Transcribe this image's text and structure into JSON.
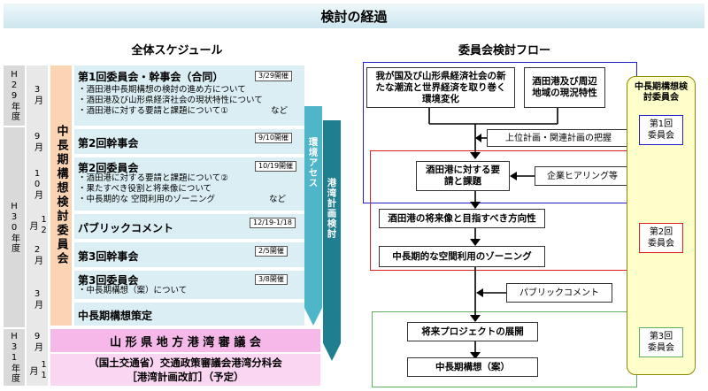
{
  "title": "検討の経過",
  "left_heading": "全体スケジュール",
  "right_heading": "委員会検討フロー",
  "years": [
    "H29年度",
    "H30年度",
    "H31年度"
  ],
  "months": [
    "3月",
    "9月",
    "10月",
    "12月",
    "2月",
    "3月",
    "9月",
    "11月"
  ],
  "main_committee": "中長期構想検討委員会",
  "env_assessment": "環境アセス",
  "port_plan": "港湾計画検討",
  "schedule": {
    "r1": {
      "title": "第1回委員会・幹事会（合同）",
      "date": "3/29開催",
      "items": [
        "・酒田港中長期構想の検討の進め方について",
        "・酒田港及び山形県経済社会の現状特性について",
        "・酒田港に対する要請と課題について①",
        "など"
      ]
    },
    "r2": {
      "title": "第2回幹事会",
      "date": "9/10開催"
    },
    "r3": {
      "title": "第2回委員会",
      "date": "10/19開催",
      "items": [
        "・酒田港に対する要請と課題について②",
        "・果たすべき役割と将来像について",
        "・中長期的な 空間利用のゾーニング",
        "など"
      ]
    },
    "r4": {
      "title": "パブリックコメント",
      "date": "12/19-1/18"
    },
    "r5": {
      "title": "第3回幹事会",
      "date": "2/5開催"
    },
    "r6": {
      "title": "第3回委員会",
      "date": "3/8開催",
      "items": [
        "・中長期構想（案）について"
      ]
    },
    "r7": {
      "title": "中長期構想策定"
    },
    "r8": {
      "title": "山 形 県 地 方 港 湾 審 議 会"
    },
    "r9": {
      "line1": "（国土交通省）交通政策審議会港湾分科会",
      "line2": "［港湾計画改訂］（予定）"
    }
  },
  "flow": {
    "box1": "我が国及び山形県経済社会の新たな潮流と世界経済を取り巻く環境変化",
    "box2": "酒田港及び周辺地域の現況特性",
    "side1": "上位計画・関連計画の把握",
    "box3": "酒田港に対する要請と課題",
    "side2": "企業ヒアリング等",
    "box4": "酒田港の将来像と目指すべき方向性",
    "box5": "中長期的な空間利用のゾーニング",
    "side3": "パブリックコメント",
    "box6": "将来プロジェクトの展開",
    "box7": "中長期構想（案）"
  },
  "committee": {
    "title": "中長期構想検討委員会",
    "c1": "第1回委員会",
    "c2": "第2回委員会",
    "c3": "第3回委員会"
  },
  "colors": {
    "title_bg": "#dbeef4",
    "row_bg": "#dbeef4",
    "orange": "#fbd4b4",
    "teal_light": "#4fb5c9",
    "teal_dark": "#1f7f90",
    "pink": "#f5b8e8",
    "year_bg": "#d9d9d9",
    "committee_bg": "#ffffcc",
    "committee_border": "#8a8a00",
    "blue": "#1f1fd0",
    "red": "#e02020",
    "green": "#5fae5f"
  }
}
